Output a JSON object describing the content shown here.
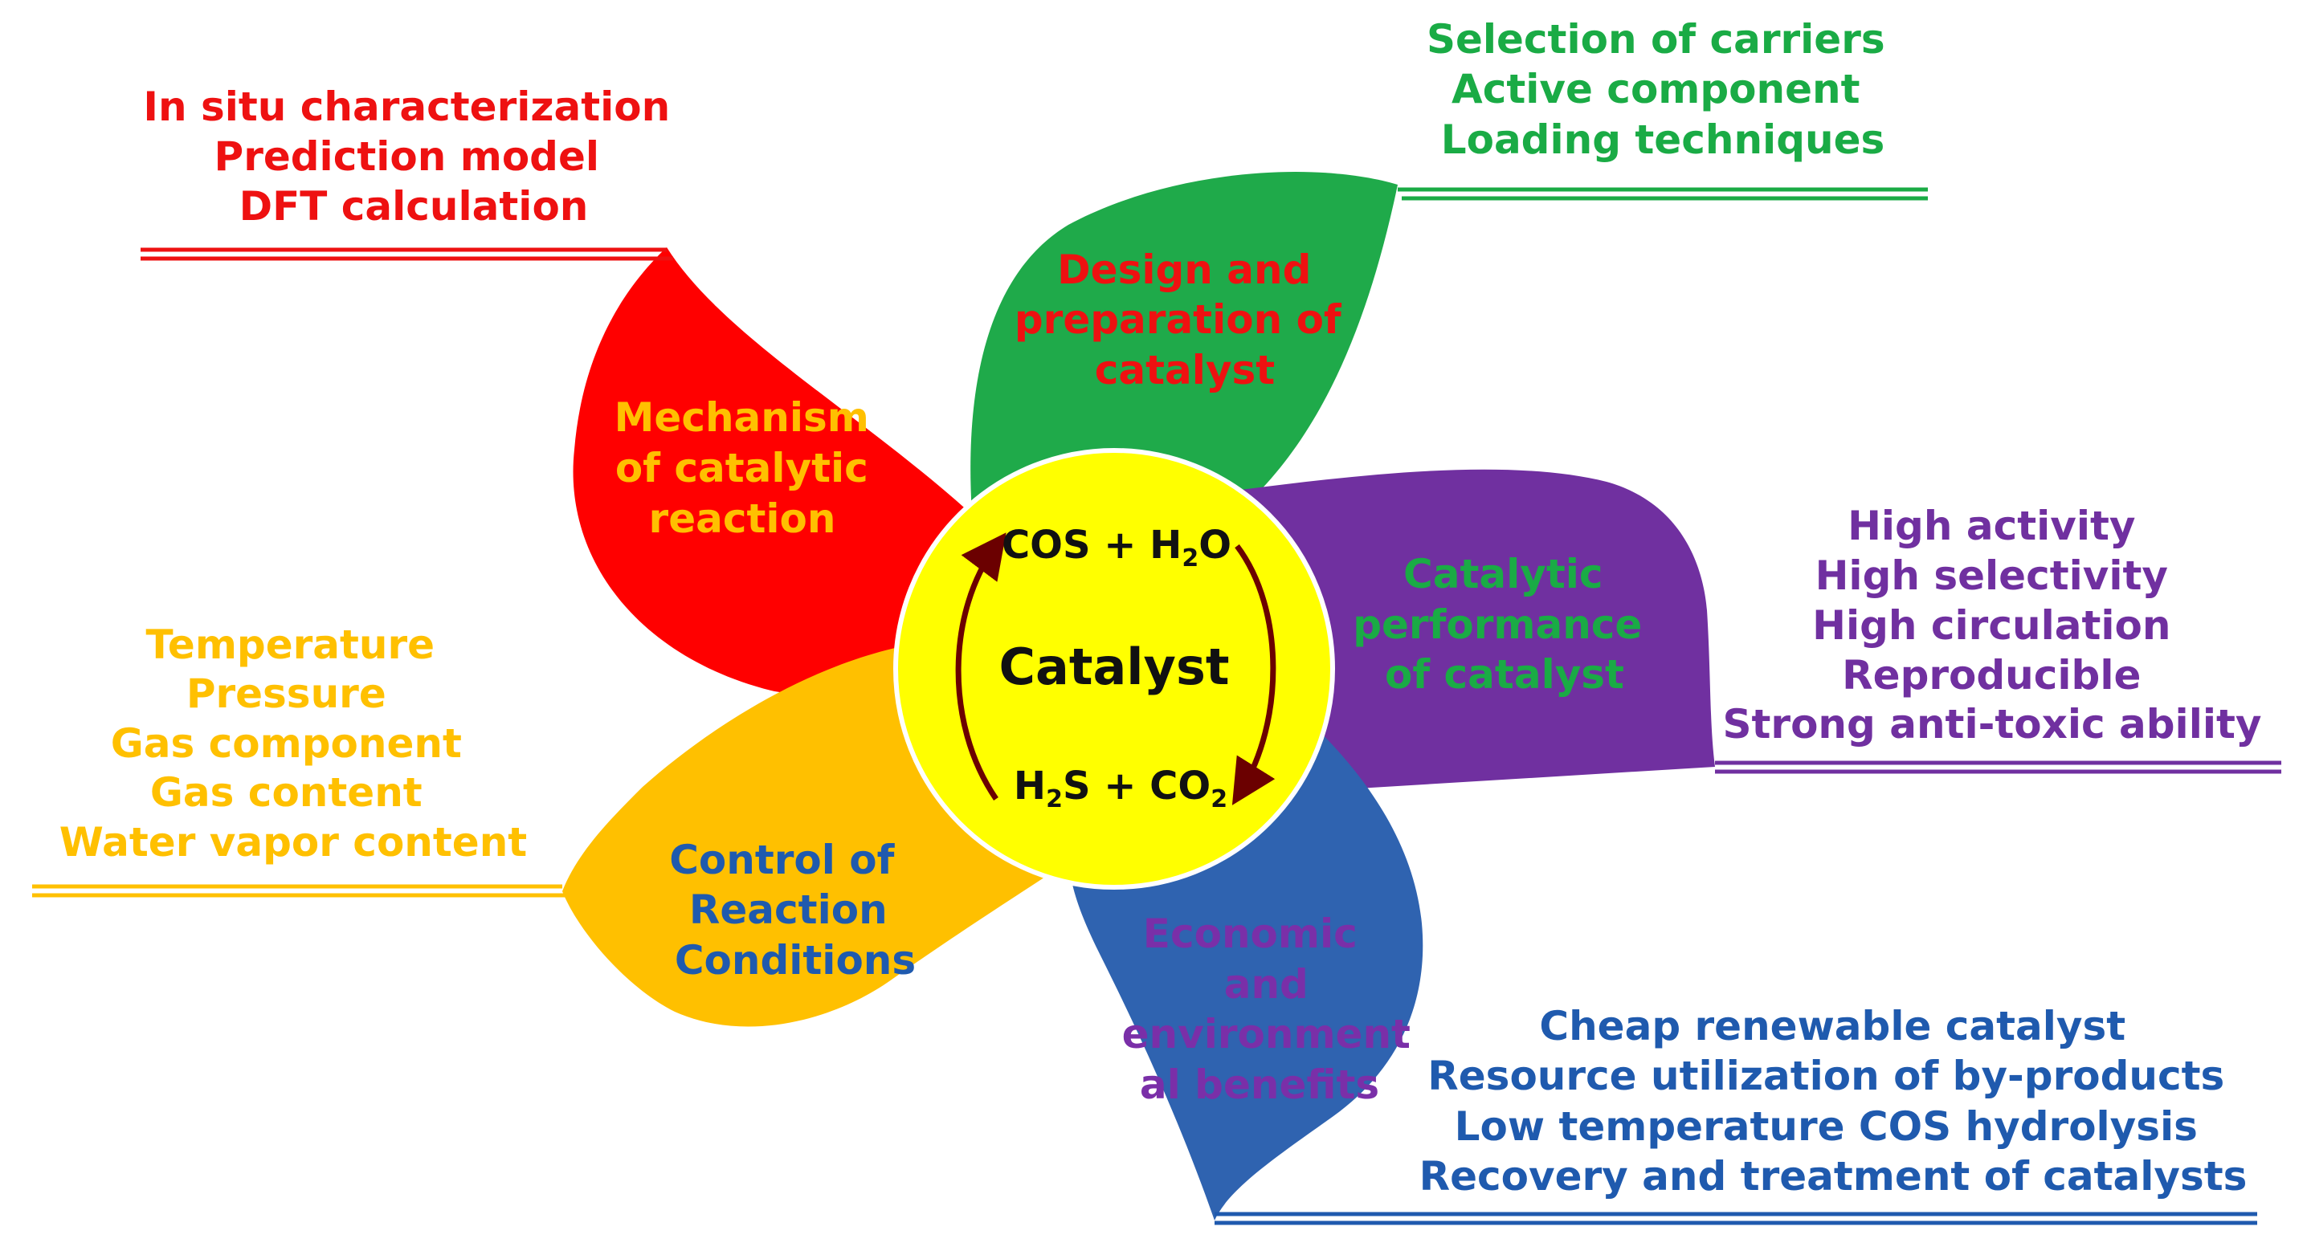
{
  "center": {
    "title": "Catalyst",
    "top_equation": {
      "a": "COS + H",
      "sub": "2",
      "b": "O"
    },
    "bottom_equation": {
      "a": "H",
      "sub1": "2",
      "b": "S + CO",
      "sub2": "2"
    },
    "fill": "#ffff00",
    "arrow_color": "#6b0000"
  },
  "petals": [
    {
      "id": "mechanism",
      "color": "#ff0000",
      "label_color": "#ffc000",
      "label_lines": [
        "Mechanism",
        "of catalytic",
        "reaction"
      ],
      "notes_color": "#ee1111",
      "notes": [
        "In situ characterization",
        "Prediction model",
        "DFT calculation"
      ]
    },
    {
      "id": "design",
      "color": "#1faa4a",
      "label_color": "#ee1111",
      "label_lines": [
        "Design and",
        "preparation of",
        "catalyst"
      ],
      "notes_color": "#1aab45",
      "notes": [
        "Selection of carriers",
        "Active component",
        "Loading techniques"
      ]
    },
    {
      "id": "performance",
      "color": "#7030a0",
      "label_color": "#1aab45",
      "label_lines": [
        "Catalytic",
        "performance",
        "of catalyst"
      ],
      "notes_color": "#7030a0",
      "notes": [
        "High activity",
        "High selectivity",
        "High circulation",
        "Reproducible",
        "Strong anti-toxic ability"
      ]
    },
    {
      "id": "economic",
      "color": "#2f63b0",
      "label_color": "#7a2fa8",
      "label_lines": [
        "Economic",
        "and",
        "environment",
        "al benefits"
      ],
      "notes_color": "#1f5aae",
      "notes": [
        "Cheap renewable catalyst",
        "Resource utilization of by-products",
        "Low temperature COS hydrolysis",
        "Recovery and treatment of catalysts"
      ]
    },
    {
      "id": "conditions",
      "color": "#ffc000",
      "label_color": "#1f5aae",
      "label_lines": [
        "Control of",
        "Reaction",
        "Conditions"
      ],
      "notes_color": "#ffc000",
      "notes": [
        "Temperature",
        "Pressure",
        "Gas component",
        "Gas content",
        "Water vapor content"
      ]
    }
  ]
}
